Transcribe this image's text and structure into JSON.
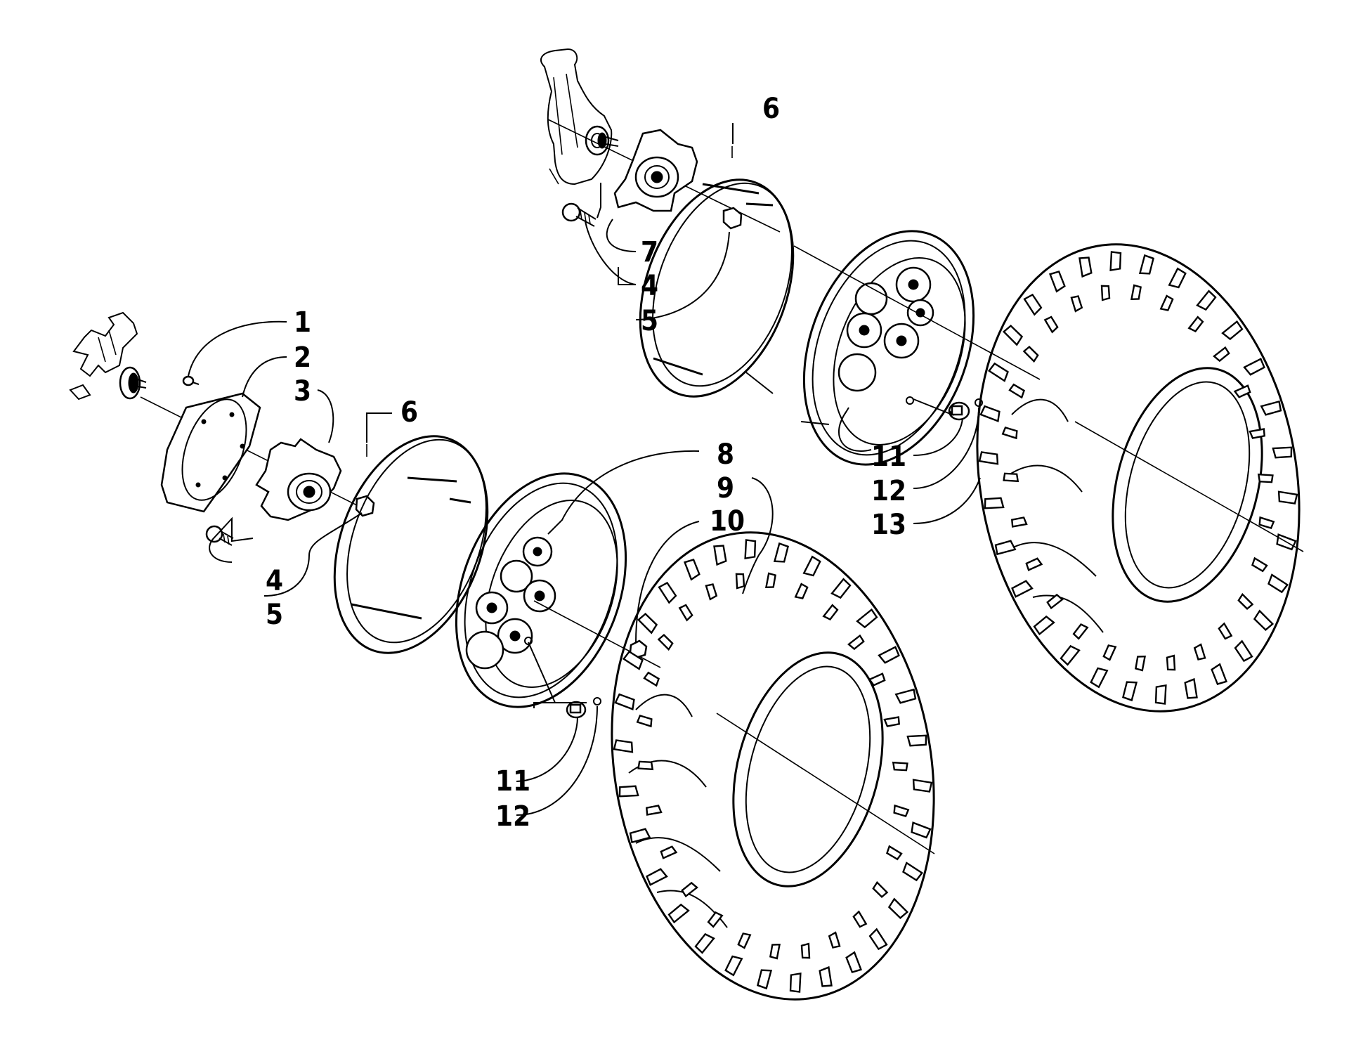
{
  "colors": {
    "background": "#ffffff",
    "ink": "#000000"
  },
  "callouts": [
    {
      "id": "c1",
      "text": "1"
    },
    {
      "id": "c2",
      "text": "2"
    },
    {
      "id": "c3",
      "text": "3"
    },
    {
      "id": "c4a",
      "text": "4"
    },
    {
      "id": "c5a",
      "text": "5"
    },
    {
      "id": "c6a",
      "text": "6"
    },
    {
      "id": "c8",
      "text": "8"
    },
    {
      "id": "c9",
      "text": "9"
    },
    {
      "id": "c10",
      "text": "10"
    },
    {
      "id": "c11a",
      "text": "11"
    },
    {
      "id": "c12a",
      "text": "12"
    },
    {
      "id": "c6b",
      "text": "6"
    },
    {
      "id": "c7",
      "text": "7"
    },
    {
      "id": "c4b",
      "text": "4"
    },
    {
      "id": "c5b",
      "text": "5"
    },
    {
      "id": "c11b",
      "text": "11"
    },
    {
      "id": "c12b",
      "text": "12"
    },
    {
      "id": "c13",
      "text": "13"
    }
  ],
  "parts": [
    "steering-knuckle",
    "brake-disc",
    "wheel-hub",
    "hub-stud",
    "castle-nut",
    "cotter-pin",
    "wheel-rim",
    "tire",
    "lug-nut",
    "valve-stem",
    "valve-cap"
  ]
}
